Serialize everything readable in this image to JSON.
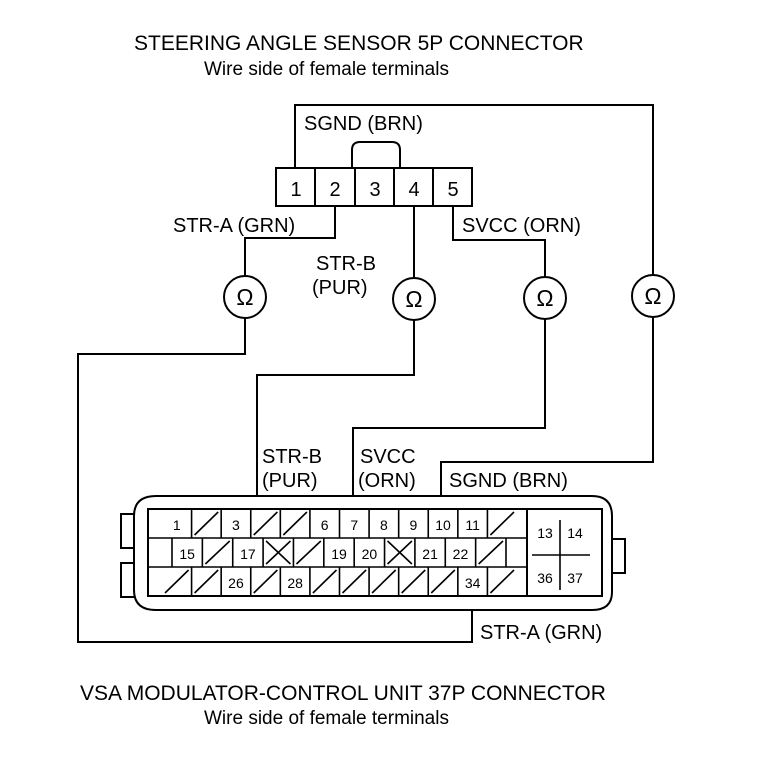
{
  "titles": {
    "top_title": "STEERING ANGLE SENSOR 5P CONNECTOR",
    "top_subtitle": "Wire side of female terminals",
    "bottom_title": "VSA MODULATOR-CONTROL UNIT 37P CONNECTOR",
    "bottom_subtitle": "Wire side of female terminals"
  },
  "sensor_connector": {
    "pins": [
      "1",
      "2",
      "3",
      "4",
      "5"
    ]
  },
  "ohm_symbol": "Ω",
  "wire_labels": {
    "sgnd_top": "SGND (BRN)",
    "str_a_top": "STR-A (GRN)",
    "str_b_top_line1": "STR-B",
    "str_b_top_line2": "(PUR)",
    "svcc_top": "SVCC (ORN)",
    "str_b_bottom_line1": "STR-B",
    "str_b_bottom_line2": "(PUR)",
    "svcc_bottom_line1": "SVCC",
    "svcc_bottom_line2": "(ORN)",
    "sgnd_bottom": "SGND (BRN)",
    "str_a_bottom": "STR-A (GRN)"
  },
  "modulator_connector": {
    "row1": [
      "1",
      "",
      "3",
      "",
      "",
      "6",
      "7",
      "8",
      "9",
      "10",
      "11",
      ""
    ],
    "row2": [
      "15",
      "",
      "17",
      "",
      "",
      "19",
      "20",
      "",
      "21",
      "22",
      ""
    ],
    "row3": [
      "",
      "",
      "26",
      "",
      "28",
      "",
      "",
      "",
      "",
      "",
      "34",
      ""
    ],
    "right_block": [
      "13",
      "14",
      "36",
      "37"
    ]
  }
}
